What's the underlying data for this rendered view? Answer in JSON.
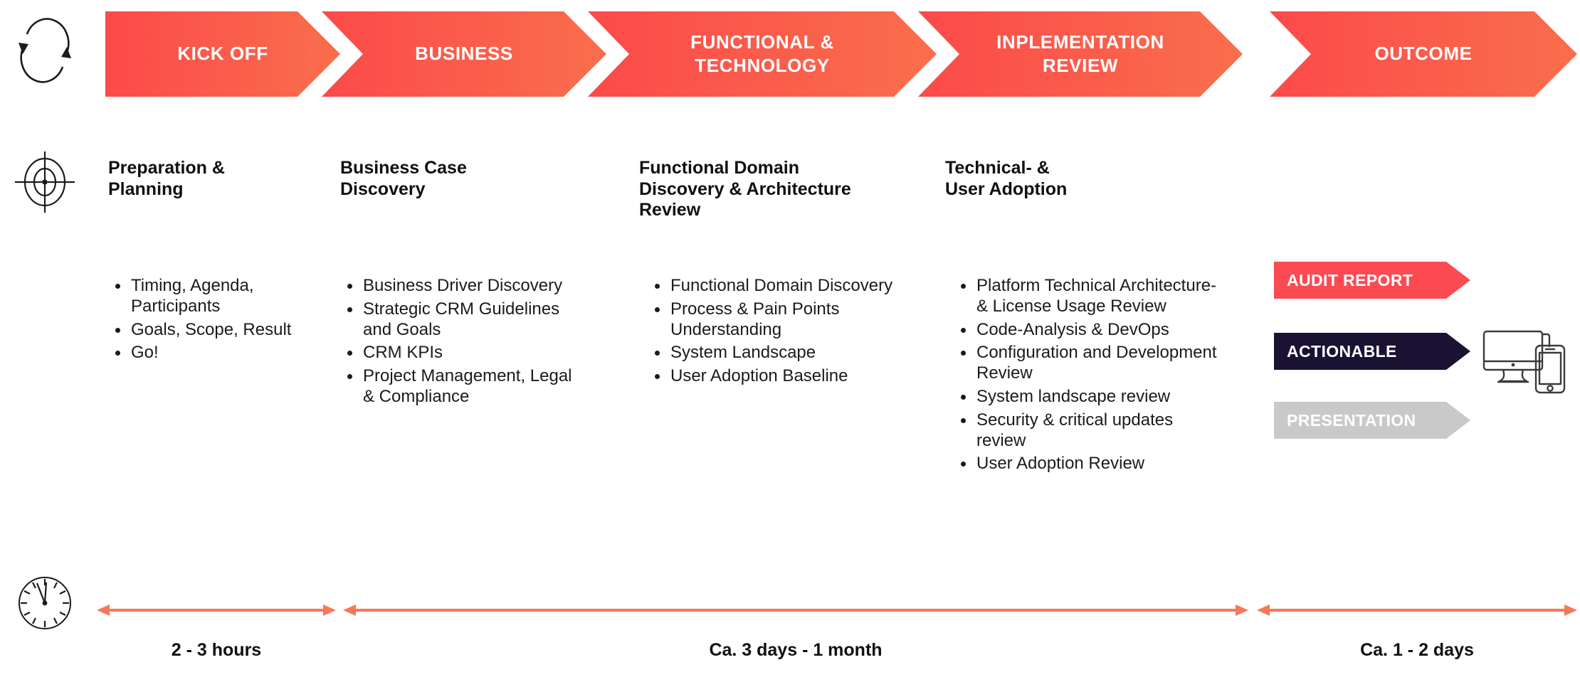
{
  "theme": {
    "gradient_start": "#FB4A4A",
    "gradient_end": "#FA6E4C",
    "badge_red": "#FC4A52",
    "badge_navy": "#191233",
    "badge_grey": "#C9C9C9",
    "timeline_arrow": "#F8775A",
    "text_dark": "#101010"
  },
  "rail_icons": [
    {
      "name": "cycle-icon",
      "label": "cycle"
    },
    {
      "name": "target-icon",
      "label": "target"
    },
    {
      "name": "clock-icon",
      "label": "clock"
    }
  ],
  "phases": [
    {
      "label": "KICK OFF"
    },
    {
      "label": "BUSINESS"
    },
    {
      "label": "FUNCTIONAL &\nTECHNOLOGY"
    },
    {
      "label": "INPLEMENTATION\nREVIEW"
    },
    {
      "label": "OUTCOME"
    }
  ],
  "columns": [
    {
      "heading": "Preparation &\nPlanning",
      "bullets": [
        "Timing, Agenda, Participants",
        "Goals, Scope, Result",
        "Go!"
      ]
    },
    {
      "heading": "Business Case\nDiscovery",
      "bullets": [
        "Business Driver Discovery",
        "Strategic CRM Guidelines and Goals",
        "CRM KPIs",
        "Project Management, Legal & Compliance"
      ]
    },
    {
      "heading": "Functional Domain\nDiscovery & Architecture\nReview",
      "bullets": [
        "Functional Domain Discovery",
        "Process & Pain Points Understanding",
        "System Landscape",
        "User Adoption Baseline"
      ]
    },
    {
      "heading": "Technical- &\nUser Adoption",
      "bullets": [
        "Platform Technical Architecture- & License Usage Review",
        "Code-Analysis & DevOps",
        "Configuration and Development Review",
        "System landscape review",
        "Security & critical updates review",
        "User Adoption Review"
      ]
    }
  ],
  "outcome_badges": [
    {
      "label": "AUDIT REPORT",
      "color": "#FC4A52"
    },
    {
      "label": "ACTIONABLE",
      "color": "#191233"
    },
    {
      "label": "PRESENTATION",
      "color": "#C9C9C9"
    }
  ],
  "device_icon": {
    "name": "monitor-and-phone-icon"
  },
  "timeline": [
    {
      "label": "2 - 3 hours"
    },
    {
      "label": "Ca. 3 days - 1 month"
    },
    {
      "label": "Ca. 1 - 2 days"
    }
  ]
}
